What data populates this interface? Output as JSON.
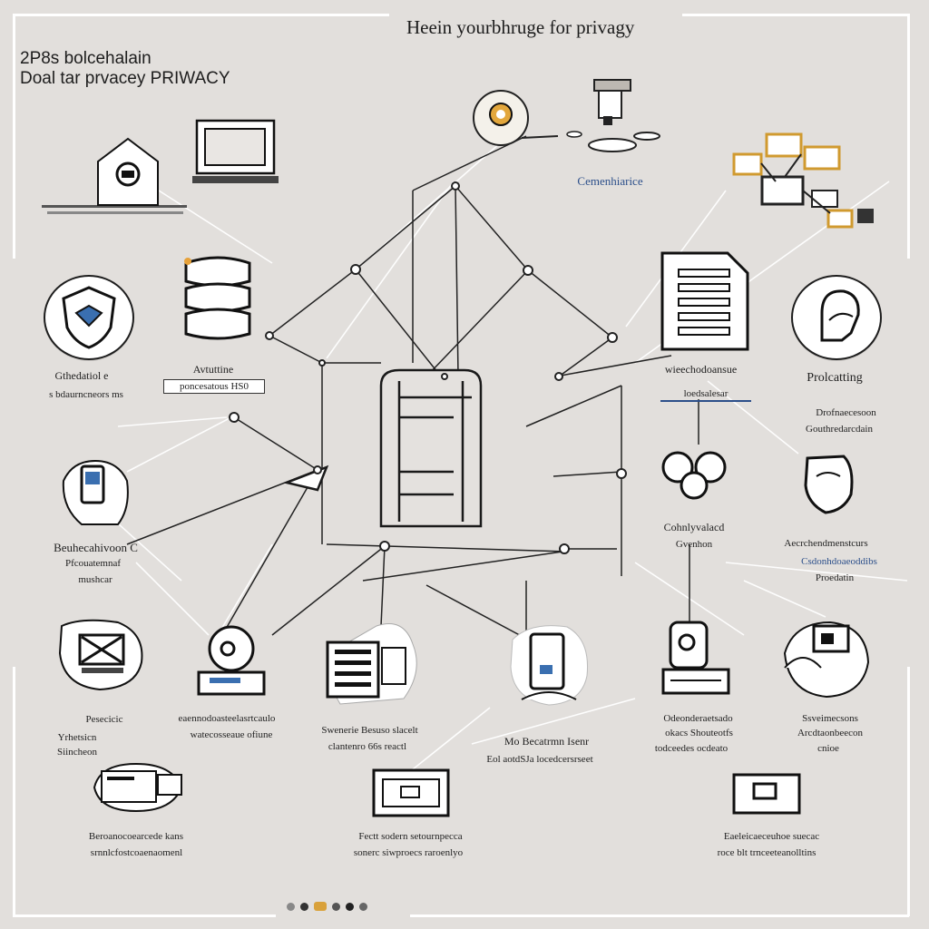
{
  "header": {
    "title": "Heein yourbhruge for privagy",
    "subtitle_line1": "2P8s bolcehalain",
    "subtitle_line2": "Doal tar prvacey PRIWACY"
  },
  "labels": {
    "top_cluster": "Cemenhiarice",
    "left_shield_1": "Gthedatiol e",
    "left_shield_2": "s bdaurncneors ms",
    "stack_1": "Avtuttine",
    "stack_2": "poncesatous HS0",
    "doc_1": "wieechodoansue",
    "doc_2": "loedsalesar",
    "right_head_1": "Prolcatting",
    "right_head_2": "Drofnaecesoon",
    "right_head_3": "Gouthredarcdain",
    "left_mid_1": "Beuhecahivoon C",
    "left_mid_2": "Pfcouatemnaf",
    "left_mid_3": "mushcar",
    "center_right_1": "Cohnlyvalacd",
    "center_right_2": "Gvenhon",
    "far_right_1": "Aecrchendmenstcurs",
    "far_right_2": "Csdonhdoaeoddibs",
    "far_right_3": "Proedatin",
    "bottom_row": {
      "a1": "Pesecicic",
      "a2": "Yrhetsicn",
      "a3": "Siincheon",
      "b1": "eaennodoasteelasrtcaulo",
      "b2": "watecosseaue ofiune",
      "c1": "Swenerie Besuso slacelt",
      "c2": "clantenro 66s reactl",
      "d1": "Mo Becatrmn Isenr",
      "d2": "Eol aotdSJa locedcersrseet",
      "e1": "Odeonderaetsado",
      "e2": "okacs Shouteotfs",
      "e3": "todceedes ocdeato",
      "f1": "Ssveimecsons",
      "f2": "Arcdtaonbeecon",
      "f3": "cnioe"
    },
    "footer_row": {
      "a1": "Beroanocoearcede kans",
      "a2": "srnnlcfostcoaenaomenl",
      "b1": "Fectt sodern setournpecca",
      "b2": "sonerc siwproecs raroenlyo",
      "c1": "Eaeleicaeceuhoe suecac",
      "c2": "roce blt trnceeteanolltins"
    }
  }
}
